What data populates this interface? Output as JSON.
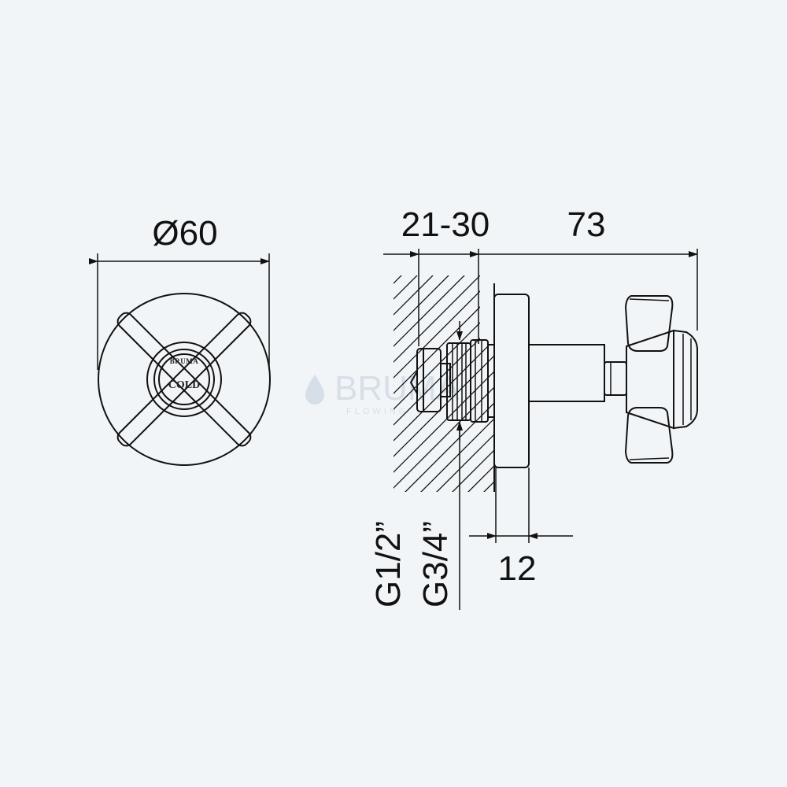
{
  "dimensions": {
    "diameter": "Ø60",
    "wall_depth": "21-30",
    "projection": "73",
    "flange": "12",
    "thread_small": "G1/2”",
    "thread_large": "G3/4”"
  },
  "cap_label": {
    "brand": "BRUMA",
    "text": "COLD"
  },
  "watermark": {
    "brand": "BRUMA",
    "tagline": "FLOWING"
  },
  "colors": {
    "background": "#f2f5f8",
    "line": "#111111",
    "watermark": "#d4dde6"
  }
}
